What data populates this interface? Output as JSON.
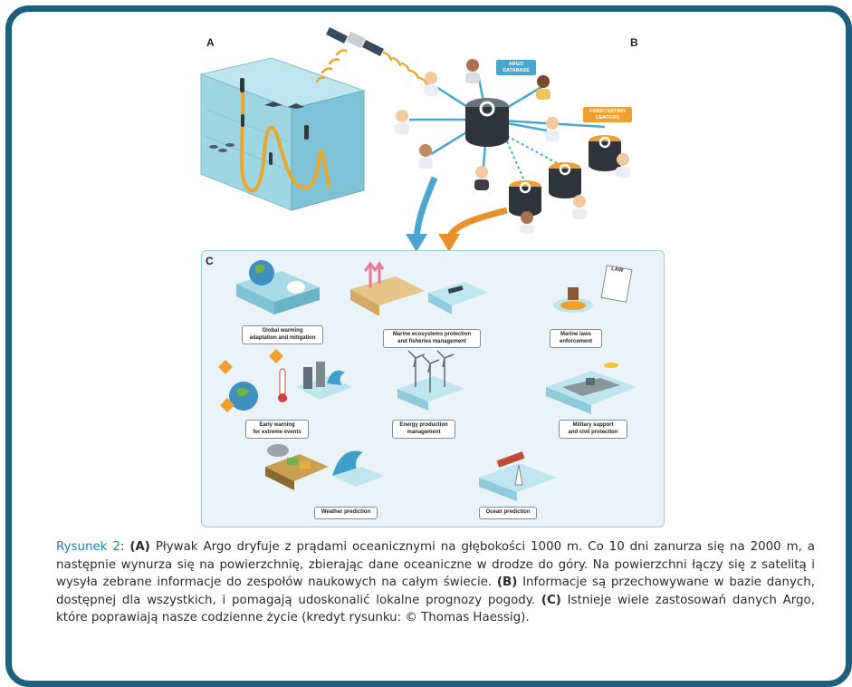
{
  "panels": {
    "a": "A",
    "b": "B",
    "c": "C"
  },
  "network": {
    "argo_database": [
      "ARGO",
      "DATABASE"
    ],
    "forecasting_centers": [
      "FORECASTING",
      "CENTERS"
    ]
  },
  "applications": [
    {
      "id": "global-warming",
      "lines": [
        "Global warming",
        "adaptation and mitigation"
      ]
    },
    {
      "id": "marine-ecosystems",
      "lines": [
        "Marine ecosystems protection",
        "and fisheries management"
      ]
    },
    {
      "id": "marine-laws",
      "lines": [
        "Marine laws",
        "enforcement"
      ]
    },
    {
      "id": "early-warning",
      "lines": [
        "Early warning",
        "for extreme events"
      ]
    },
    {
      "id": "energy-production",
      "lines": [
        "Energy production",
        "management"
      ]
    },
    {
      "id": "military-support",
      "lines": [
        "Military support",
        "and civil protection"
      ]
    },
    {
      "id": "weather-prediction",
      "lines": [
        "Weather prediction"
      ]
    },
    {
      "id": "ocean-prediction",
      "lines": [
        "Ocean prediction"
      ]
    }
  ],
  "law_sign": "LAW",
  "caption": {
    "label": "Rysunek 2",
    "sep": ": ",
    "a_tag": "(A)",
    "a_text": " Pływak Argo dryfuje z prądami oceanicznymi na głębokości 1000 m. Co 10 dni zanurza się na 2000 m, a następnie wynurza się na powierzchnię, zbierając dane oceaniczne w drodze do góry. Na powierzchni łączy się z satelitą i wysyła zebrane informacje do zespołów naukowych na całym świecie. ",
    "b_tag": "(B)",
    "b_text": " Informacje są przechowywane w bazie danych, dostępnej dla wszystkich, i pomagają udoskonalić lokalne prognozy pogody. ",
    "c_tag": "(C)",
    "c_text": " Istnieje wiele zastosowań danych Argo, które poprawiają nasze codzienne życie (kredyt rysunku: © Thomas Haessig)."
  },
  "colors": {
    "frame": "#1e5f7d",
    "caption_label": "#1f82a8",
    "ocean": "#8fd0de",
    "float_path": "#e8a82e",
    "blue_arrow": "#4aa6cf",
    "orange_arrow": "#e8902a",
    "database_tag": "#4aa6cf",
    "forecast_tag": "#f0a030"
  }
}
